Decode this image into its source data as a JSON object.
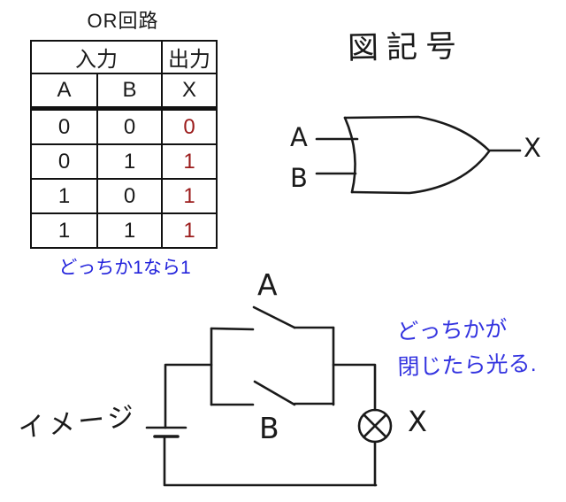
{
  "title": "OR回路",
  "truth_table": {
    "input_header": "入力",
    "output_header": "出力",
    "columns": [
      "A",
      "B",
      "X"
    ],
    "rows": [
      [
        "0",
        "0",
        "0"
      ],
      [
        "0",
        "1",
        "1"
      ],
      [
        "1",
        "0",
        "1"
      ],
      [
        "1",
        "1",
        "1"
      ]
    ],
    "caption": "どっちか1なら1"
  },
  "symbol_section": {
    "heading": "図記号",
    "input_a": "A",
    "input_b": "B",
    "output": "X"
  },
  "circuit_section": {
    "heading": "イメージ",
    "switch_a": "A",
    "switch_b": "B",
    "lamp": "X",
    "note_line1": "どっちかが",
    "note_line2": "閉じたら光る."
  },
  "colors": {
    "ink": "#1a1a1a",
    "output_red": "#9b1b1b",
    "caption_blue": "#2323dc",
    "note_blue": "#3434e0"
  }
}
